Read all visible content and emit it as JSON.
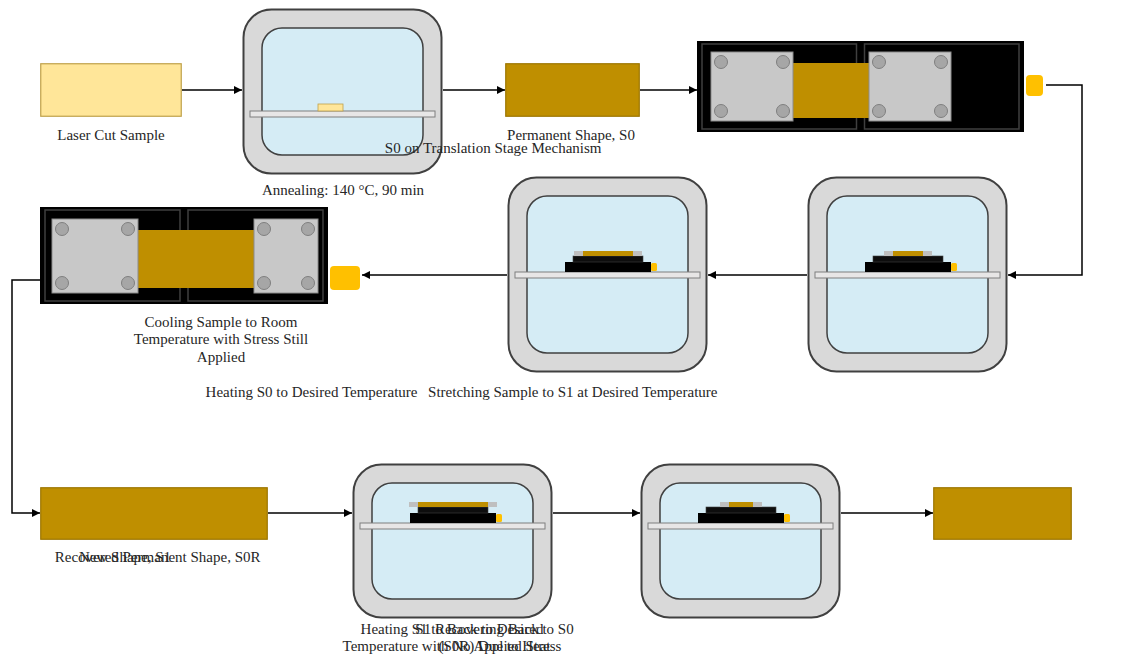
{
  "diagram": {
    "nodes": [
      {
        "text": [
          "Laser Cut Sample"
        ]
      },
      {
        "text": [
          "Annealing: 140 °C, 90 min"
        ]
      },
      {
        "text": [
          "Permanent Shape, S0"
        ]
      },
      {
        "text": [
          "S0 on Translation Stage Mechanism"
        ]
      },
      {
        "text": [
          "Heating S0 to Desired Temperature"
        ]
      },
      {
        "text": [
          "Stretching Sample to S1 at Desired Temperature"
        ]
      },
      {
        "text": [
          "Cooling Sample to Room Temperature with Stress Still Applied"
        ]
      },
      {
        "text": [
          "New Shape, S1"
        ]
      },
      {
        "text": [
          "Heating S1 to Back to Desired Temperature with No Applied Stress"
        ]
      },
      {
        "text": [
          "S1 Recovering Back to S0 (S0R) Due to Heat"
        ]
      },
      {
        "text": [
          "Recovered Permanent Shape, S0R"
        ]
      }
    ],
    "edges": [
      {
        "from": 0,
        "to": 1,
        "arrow": "to"
      },
      {
        "from": 1,
        "to": 2,
        "arrow": "to"
      },
      {
        "from": 2,
        "to": 3,
        "arrow": "to"
      },
      {
        "from": 3,
        "to": 4,
        "arrow": "to"
      },
      {
        "from": 4,
        "to": 5,
        "arrow": "to"
      },
      {
        "from": 5,
        "to": 6,
        "arrow": "to"
      },
      {
        "from": 6,
        "to": 7,
        "arrow": "to"
      },
      {
        "from": 7,
        "to": 8,
        "arrow": "to"
      },
      {
        "from": 8,
        "to": 9,
        "arrow": "to"
      },
      {
        "from": 9,
        "to": 10,
        "arrow": "to"
      }
    ]
  }
}
